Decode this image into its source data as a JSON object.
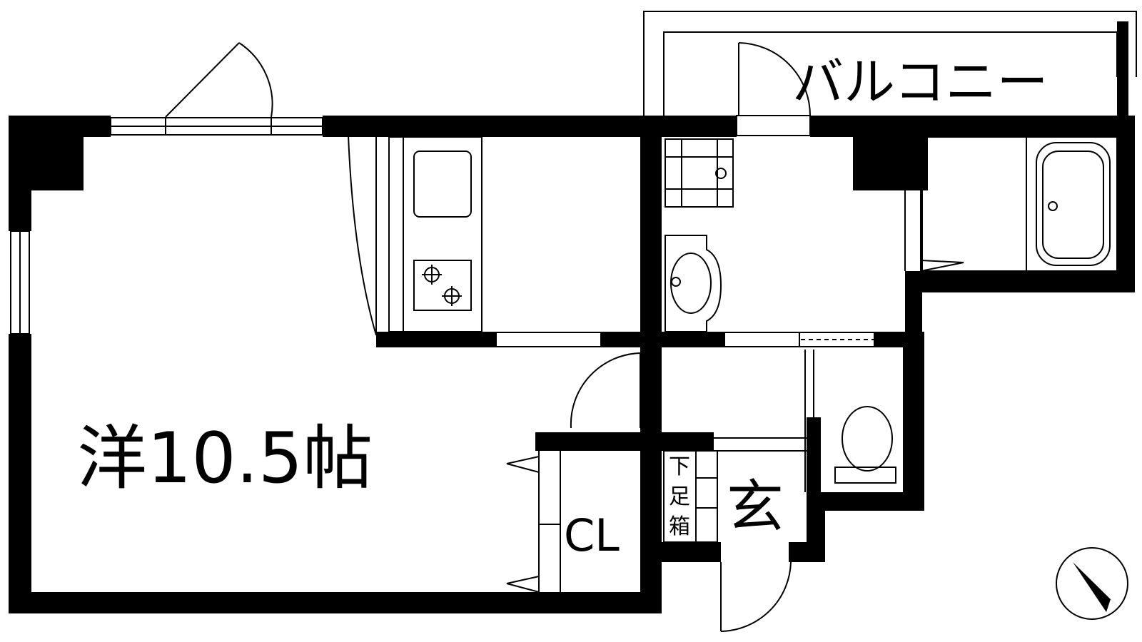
{
  "labels": {
    "western_room": "洋10.5帖",
    "balcony": "バルコニー",
    "closet": "CL",
    "entrance": "玄",
    "shoe_box": [
      "下",
      "足",
      "箱"
    ]
  },
  "colors": {
    "wall": "#000000",
    "line": "#000000",
    "background": "#ffffff"
  },
  "icons": {
    "compass": "north-arrow-icon",
    "stove": "gas-stove-icon",
    "toilet": "toilet-icon",
    "bathtub": "bathtub-icon",
    "washbasin": "washbasin-icon"
  }
}
